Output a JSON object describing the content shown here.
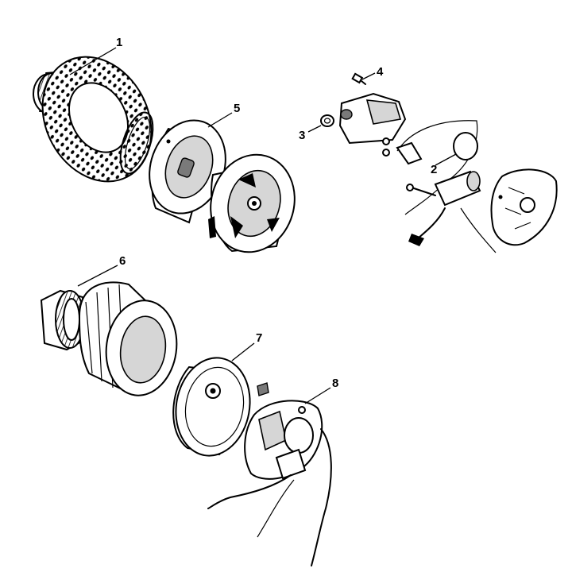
{
  "callouts": {
    "c1": "1",
    "c2": "2",
    "c3": "3",
    "c4": "4",
    "c5": "5",
    "c6": "6",
    "c7": "7",
    "c8": "8"
  },
  "colors": {
    "ink": "#000000",
    "paper": "#ffffff",
    "shade": "#d6d6d6"
  }
}
